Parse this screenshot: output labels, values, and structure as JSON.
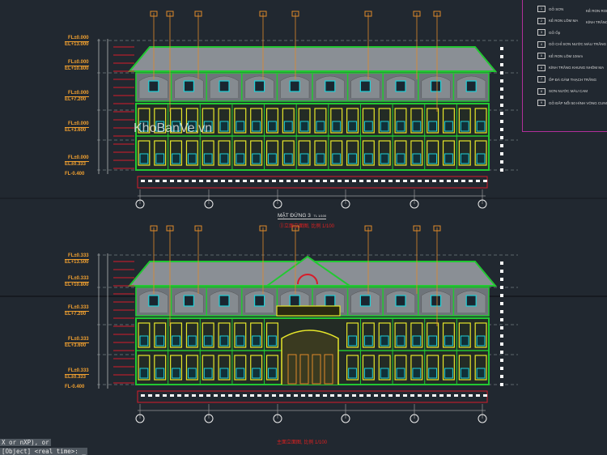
{
  "legend": {
    "items": [
      {
        "code": "1",
        "label": "GỖ SƠN"
      },
      {
        "code": "2",
        "label": "KẺ RON LÕM MA"
      },
      {
        "code": "3",
        "label": "GỖ Ốp"
      },
      {
        "code": "4",
        "label": "GỖ CHỈ SƠN NƯỚC MÀU TRẮNG"
      },
      {
        "code": "5",
        "label": "KẺ RON LÕM 10mm"
      },
      {
        "code": "6",
        "label": "KÍNH TRẮNG KHUNG NHÔM MA"
      },
      {
        "code": "7",
        "label": "ỐP ĐÁ GĂM THẠCH TRẮNG"
      },
      {
        "code": "8",
        "label": "SƠN NƯỚC MÀU CAM"
      },
      {
        "code": "9",
        "label": "GỖ ĐẮP NỔI 50 HÌNH VÒNG CUNG"
      }
    ],
    "extra": [
      "KẺ RON RONG",
      "KÍNH TRẮNG K"
    ]
  },
  "elevation_upper": {
    "title": "MẶT ĐỨNG 3",
    "scale": "TL 1/100",
    "subtitle": "③立面立面图, 比例 1/100",
    "levels": [
      {
        "fl": "FL±0.000",
        "el": "EL+13.000"
      },
      {
        "fl": "FL±0.000",
        "el": "EL+10.800"
      },
      {
        "fl": "FL±0.000",
        "el": "EL+7.200"
      },
      {
        "fl": "FL±0.000",
        "el": "EL+3.600"
      },
      {
        "fl": "FL±0.000",
        "el": "EL±0.333"
      },
      {
        "fl": "",
        "el": "FL-0.400"
      }
    ]
  },
  "elevation_lower": {
    "subtitle": "主面立面图, 比例 1/100",
    "levels": [
      {
        "fl": "FL±0.333",
        "el": "EL+13.500"
      },
      {
        "fl": "FL±0.333",
        "el": "EL+10.800"
      },
      {
        "fl": "FL±0.333",
        "el": "EL+7.200"
      },
      {
        "fl": "FL±0.333",
        "el": "EL+3.600"
      },
      {
        "fl": "FL±0.333",
        "el": "EL±0.333"
      },
      {
        "fl": "",
        "el": "FL-0.400"
      }
    ]
  },
  "watermark": "KhoBanVe.vn",
  "command_line": [
    "X or nXP), or",
    "[Object] <real time>: _"
  ],
  "colors": {
    "bg": "#212830",
    "roof": "#8a8f95",
    "green": "#22c832",
    "red": "#d81c2a",
    "yellow": "#e6e62a",
    "cyan": "#20d0d8",
    "orange": "#e08a2a",
    "magenta": "#b0309a"
  }
}
